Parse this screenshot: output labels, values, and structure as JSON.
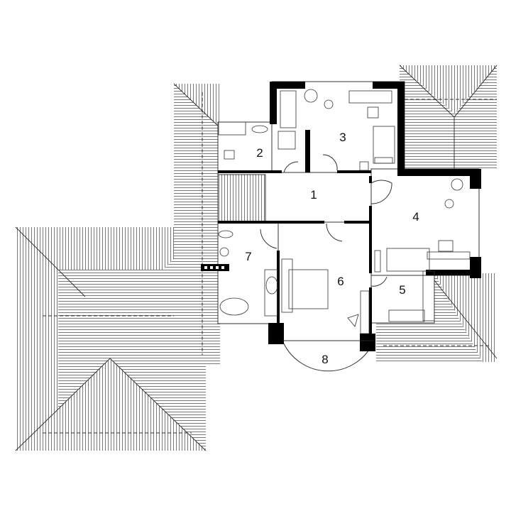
{
  "plan": {
    "rooms": [
      {
        "id": "1",
        "label": "1"
      },
      {
        "id": "2",
        "label": "2"
      },
      {
        "id": "3",
        "label": "3"
      },
      {
        "id": "4",
        "label": "4"
      },
      {
        "id": "5",
        "label": "5"
      },
      {
        "id": "6",
        "label": "6"
      },
      {
        "id": "7",
        "label": "7"
      },
      {
        "id": "8",
        "label": "8"
      }
    ]
  },
  "colors": {
    "wall": "#000000",
    "line": "#333333",
    "background": "#ffffff"
  }
}
